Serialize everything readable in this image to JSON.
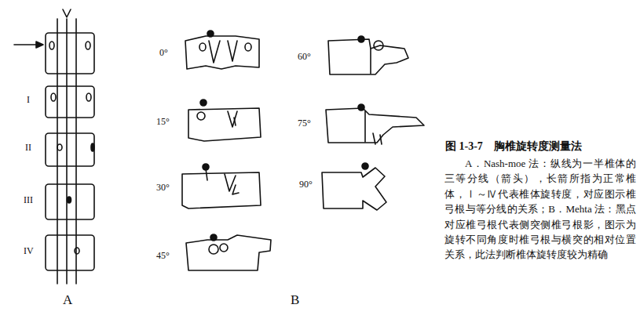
{
  "diagram": {
    "title": "图 1-3-7　胸椎旋转度测量法",
    "caption": "A．Nash-moe 法：纵线为一半椎体的三等分线（箭头），长箭所指为正常椎体，Ⅰ～Ⅳ代表椎体旋转度，对应图示椎弓根与等分线的关系；B．Mehta 法：黑点对应椎弓根代表侧突侧椎弓根影，图示为旋转不同角度时椎弓根与横突的相对位置关系，此法判断椎体旋转度较为精确",
    "labels": [
      "I",
      "II",
      "III",
      "IV",
      "A",
      "0°",
      "15°",
      "30°",
      "45°",
      "60°",
      "75°",
      "90°",
      "B"
    ]
  }
}
